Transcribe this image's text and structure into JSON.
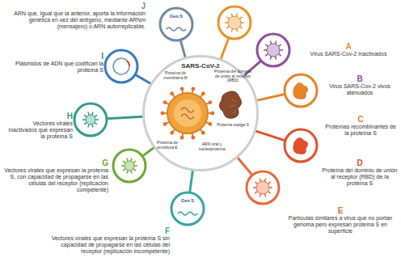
{
  "diagram": {
    "nodes": [
      {
        "text": [
          "SARS-CoV-2"
        ]
      },
      {
        "text": [
          "J",
          "ARN que, igual que la anterior, aporta la información genética en vez del antígeno, mediante ARNm (mensajero) o ARN autorreplicable."
        ]
      },
      {
        "text": [
          "A",
          "Virus SARS-Cov-2 inactivados"
        ]
      },
      {
        "text": [
          "B",
          "Virus SARS-Cov-2 vivos atenuados"
        ]
      },
      {
        "text": [
          "C",
          "Proteínas recombinantes de la proteína S"
        ]
      },
      {
        "text": [
          "D",
          "Proteína del dominio de unión al receptor (RBD) de la proteína S"
        ]
      },
      {
        "text": [
          "E",
          "Partículas similares a virus que no portan genoma pero expresan proteína S en superficie"
        ]
      },
      {
        "text": [
          "F",
          "Vectores virales que expresan la proteína S sin capacidad de propagarse en las células del receptor (replicación incompetente)"
        ]
      },
      {
        "text": [
          "G",
          "Vectores virales que expresan la proteína S, con capacidad de propagarse en las células del receptor (replicación competente)"
        ]
      },
      {
        "text": [
          "H",
          "Vectores virales inactivados que expresan la proteína S"
        ]
      },
      {
        "text": [
          "I",
          "Plásmidos de ADN que codifican la proteína S"
        ]
      }
    ],
    "edges": [
      {
        "from": 0,
        "to": 1,
        "arrow": "none"
      },
      {
        "from": 0,
        "to": 2,
        "arrow": "none"
      },
      {
        "from": 0,
        "to": 3,
        "arrow": "none"
      },
      {
        "from": 0,
        "to": 4,
        "arrow": "none"
      },
      {
        "from": 0,
        "to": 5,
        "arrow": "none"
      },
      {
        "from": 0,
        "to": 6,
        "arrow": "none"
      },
      {
        "from": 0,
        "to": 7,
        "arrow": "none"
      },
      {
        "from": 0,
        "to": 8,
        "arrow": "none"
      },
      {
        "from": 0,
        "to": 9,
        "arrow": "none"
      },
      {
        "from": 0,
        "to": 10,
        "arrow": "none"
      }
    ],
    "labels": [
      "Proteína de membrana M",
      "Proteína del dominio de unión al receptor (RBD)",
      "Proteína espiga S",
      "ARN viral y nucleoproteína",
      "Proteína de envoltura E",
      "Gen S",
      "Gen S"
    ]
  }
}
